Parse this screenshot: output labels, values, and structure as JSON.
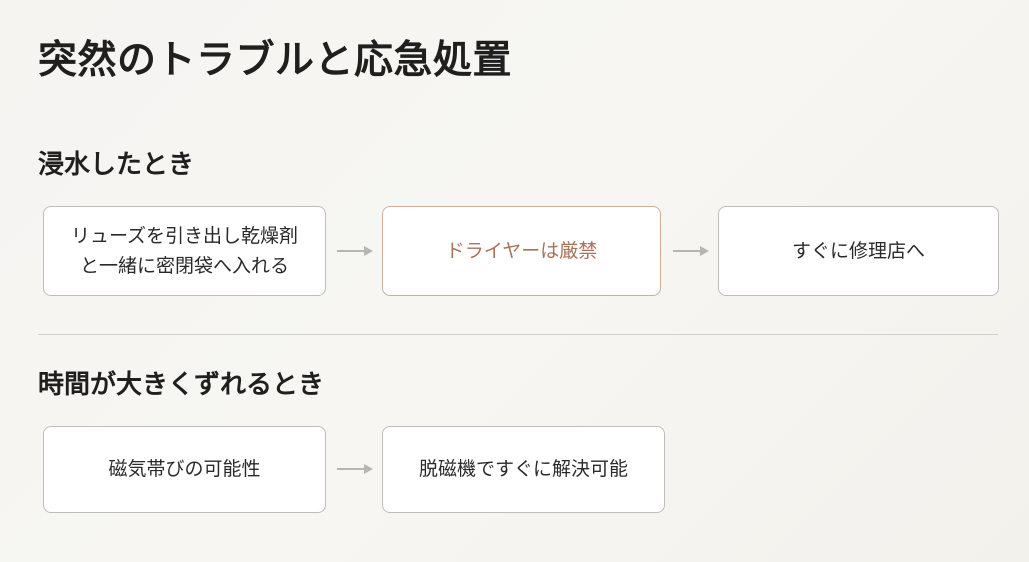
{
  "title": "突然のトラブルと応急処置",
  "sections": [
    {
      "heading": "浸水したとき",
      "steps": [
        {
          "text": "リューズを引き出し乾燥剤\nと一緒に密閉袋へ入れる"
        },
        {
          "text": "ドライヤーは厳禁"
        },
        {
          "text": "すぐに修理店へ"
        }
      ]
    },
    {
      "heading": "時間が大きくずれるとき",
      "steps": [
        {
          "text": "磁気帯びの可能性"
        },
        {
          "text": "脱磁機ですぐに解決可能"
        }
      ]
    }
  ],
  "colors": {
    "accent_border": "#cfae99",
    "accent_text": "#a9735a",
    "box_border": "#bdbdbd",
    "arrow": "#b5b5b5"
  },
  "icons": {
    "connector": "arrow-right-icon"
  }
}
